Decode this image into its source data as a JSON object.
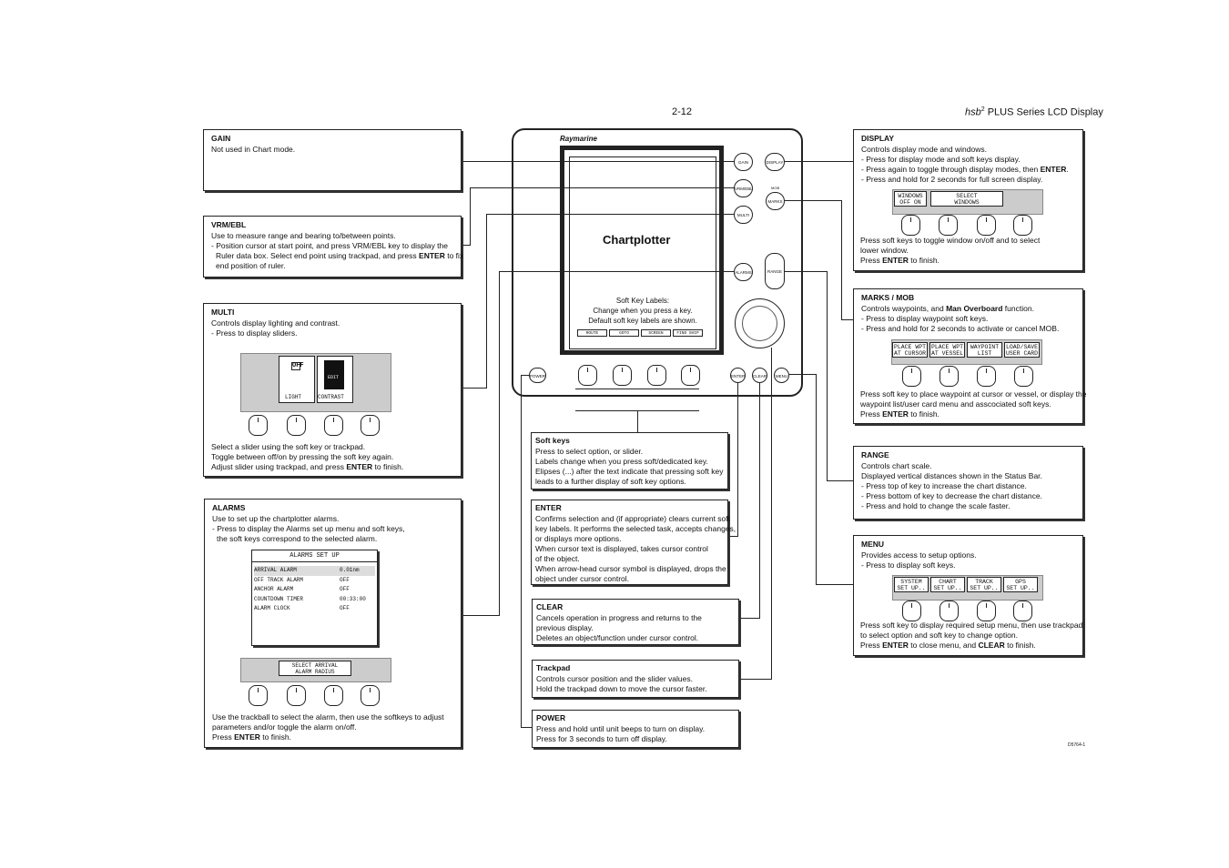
{
  "header": {
    "page_number": "2-12",
    "product_brand": "hsb",
    "product_sup": "2",
    "product_rest": " PLUS Series LCD Display"
  },
  "figure_code": "D5764-1",
  "device": {
    "brand": "Raymarine",
    "screen_title": "Chartplotter",
    "screen_notes": [
      "Soft Key Labels:",
      "Change when you press a key.",
      "Default soft key labels are shown."
    ],
    "screen_softkeys": [
      "ROUTE",
      "GOTO",
      "SCREEN",
      "FIND SHIP"
    ],
    "buttons": {
      "gain": "GAIN",
      "display": "DISPLAY",
      "vrm_ebl": "VRM/EBL",
      "mob": "MOB",
      "marks": "MARKS",
      "multi": "MULTI",
      "alarms": "ALARMS",
      "range": "RANGE",
      "power": "POWER",
      "enter": "ENTER",
      "clear": "CLEAR",
      "menu": "MENU"
    }
  },
  "gain": {
    "title": "GAIN",
    "lines": [
      "Not used in Chart mode."
    ]
  },
  "vrm": {
    "title": "VRM/EBL",
    "lines": [
      "Use to measure range and bearing to/between points.",
      "- Position cursor at start point, and press VRM/EBL key to display the",
      "  Ruler data box. Select end point using trackpad, and press ",
      "ENTER",
      " to fix",
      "  end position of ruler."
    ]
  },
  "multi": {
    "title": "MULTI",
    "lines": [
      "Controls display lighting and contrast.",
      "- Press to display sliders."
    ],
    "slider_light": "LIGHT",
    "slider_contrast": "CONTRAST",
    "slider_off": "OFF",
    "slider_edit": "EDIT",
    "footer": [
      "Select a slider using the soft key or trackpad.",
      "Toggle between off/on by pressing the soft key again.",
      "Adjust slider using trackpad, and press ",
      "ENTER",
      " to finish."
    ]
  },
  "alarms": {
    "title": "ALARMS",
    "lines": [
      "Use to set up the chartplotter alarms.",
      "- Press to display the Alarms set up menu and soft keys,",
      "  the soft keys correspond to the selected alarm."
    ],
    "panel_title": "ALARMS SET UP",
    "rows": [
      [
        "ARRIVAL ALARM",
        "0.01nm"
      ],
      [
        "OFF TRACK ALARM",
        "OFF"
      ],
      [
        "ANCHOR ALARM",
        "OFF"
      ],
      [
        "COUNTDOWN TIMER",
        "00:33:00"
      ],
      [
        "ALARM CLOCK",
        "OFF"
      ]
    ],
    "softkey_label": [
      "SELECT ARRIVAL",
      "ALARM RADIUS"
    ],
    "footer": [
      "Use the trackball to select the alarm, then use the softkeys to adjust",
      "parameters and/or toggle the alarm on/off.",
      "Press ",
      "ENTER",
      " to finish."
    ]
  },
  "softkeys": {
    "title": "Soft keys",
    "lines": [
      "Press to select option, or slider.",
      "Labels change when you press soft/dedicated key.",
      "Elipses (...) after the text indicate that pressing soft key",
      "leads to a further display of soft key options."
    ]
  },
  "enter": {
    "title": "ENTER",
    "lines": [
      "Confirms selection and (if appropriate) clears current soft",
      "key labels. It performs the selected task, accepts changes,",
      "or displays more options.",
      "When cursor text is displayed, takes cursor control",
      "of the object.",
      "When arrow-head cursor symbol is displayed, drops the",
      "object under cursor control."
    ]
  },
  "clear": {
    "title": "CLEAR",
    "lines": [
      "Cancels operation in progress and returns to the",
      "previous display.",
      "Deletes an object/function under cursor control."
    ]
  },
  "trackpad": {
    "title": "Trackpad",
    "lines": [
      "Controls cursor position and the slider values.",
      "Hold the trackpad down to move the cursor faster."
    ]
  },
  "power": {
    "title": "POWER",
    "lines": [
      "Press and hold until unit beeps to turn on display.",
      "Press for 3 seconds to turn off display."
    ]
  },
  "display": {
    "title": "DISPLAY",
    "lines": [
      "Controls display mode and windows.",
      "- Press for display mode and soft keys display.",
      "- Press again to toggle through display modes, then ",
      "ENTER",
      ".",
      "- Press and hold for 2 seconds for full screen display."
    ],
    "labels": [
      [
        "WINDOWS",
        "OFF ON"
      ],
      [
        "SELECT",
        "WINDOWS"
      ]
    ],
    "footer": [
      "Press soft keys to toggle window on/off and to select",
      "lower window.",
      "Press ",
      "ENTER",
      " to finish."
    ]
  },
  "marks": {
    "title": "MARKS / MOB",
    "lines": [
      "Controls waypoints, and ",
      "Man Overboard",
      " function.",
      "- Press to display waypoint soft keys.",
      "- Press and hold for 2 seconds to activate or cancel MOB."
    ],
    "labels": [
      [
        "PLACE WPT",
        "AT CURSOR"
      ],
      [
        "PLACE WPT",
        "AT VESSEL"
      ],
      [
        "WAYPOINT",
        "LIST"
      ],
      [
        "LOAD/SAVE",
        "USER CARD"
      ]
    ],
    "footer": [
      "Press soft key to place waypoint at cursor or vessel, or display the",
      "waypoint list/user card menu and asscociated soft keys.",
      "Press ",
      "ENTER",
      " to finish."
    ]
  },
  "range": {
    "title": "RANGE",
    "lines": [
      "Controls chart scale.",
      "Displayed vertical distances shown in the Status Bar.",
      "- Press top of key to increase the chart distance.",
      "- Press bottom of key to decrease the chart distance.",
      "- Press and hold to change the scale faster."
    ]
  },
  "menu": {
    "title": "MENU",
    "lines": [
      "Provides access to setup options.",
      "- Press to display soft keys."
    ],
    "labels": [
      [
        "SYSTEM",
        "SET UP.."
      ],
      [
        "CHART",
        "SET UP.."
      ],
      [
        "TRACK",
        "SET UP.."
      ],
      [
        "GPS",
        "SET UP.."
      ]
    ],
    "footer": [
      "Press soft key to display required setup menu, then use trackpad",
      "to select option and soft key to change option.",
      "Press ",
      "ENTER",
      " to close menu, and ",
      "CLEAR",
      " to finish."
    ]
  }
}
